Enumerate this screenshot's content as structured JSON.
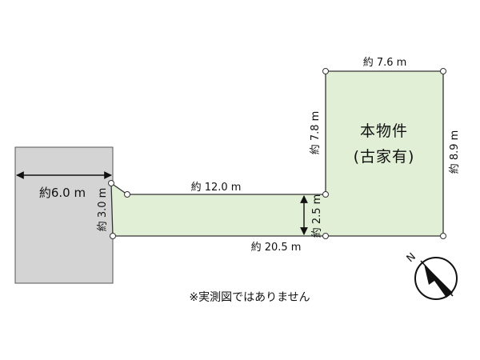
{
  "colors": {
    "lot_fill": "#e1efd6",
    "road_fill": "#d4d4d4",
    "line": "#333333"
  },
  "property": {
    "title_line1": "本物件",
    "title_line2": "(古家有)"
  },
  "dimensions": {
    "top": "約 7.6 m",
    "right": "約 8.9 m",
    "left_upper": "約 7.8 m",
    "flag_top": "約 12.0 m",
    "flag_height": "約 2.5 m",
    "bottom": "約 20.5 m",
    "frontage": "約 3.0 m",
    "road_width": "約6.0 m"
  },
  "note": "※実測図ではありません",
  "compass": {
    "label": "N"
  }
}
